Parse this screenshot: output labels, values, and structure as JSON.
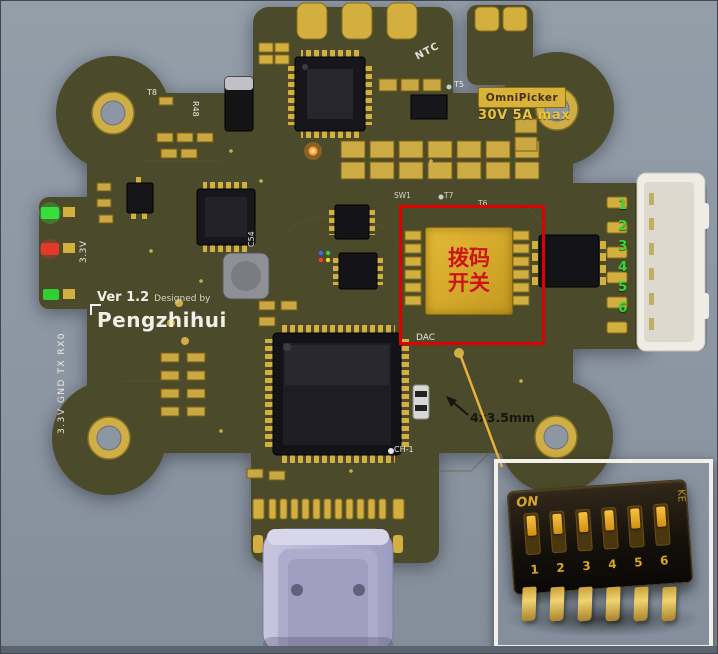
{
  "board": {
    "version_label": "Ver 1.2",
    "designed_by": "Designed by",
    "designer_name": "Pengzhihui",
    "badge": "OmniPicker",
    "power_rating": "30V 5A max",
    "dip_annotation_line1": "拨码",
    "dip_annotation_line2": "开关",
    "hole_spec": "4x3.5mm",
    "silkscreen": {
      "t8": "T8",
      "r48": "R48",
      "v33": "3.3V",
      "c54": "C54",
      "ntc": "NTC",
      "t5": "T5",
      "sw1": "SW1",
      "t7": "T7",
      "t6": "T6",
      "dac": "DAC",
      "ch1": "CH-1",
      "uart_pins": "3.3V GND TX RX0"
    },
    "connector_pin_numbers": [
      "1",
      "2",
      "3",
      "4",
      "5",
      "6"
    ]
  },
  "inset": {
    "on_label": "ON",
    "side_label": "KE",
    "switch_numbers": [
      "1",
      "2",
      "3",
      "4",
      "5",
      "6"
    ]
  },
  "colors": {
    "background": "#8e99a6",
    "pcb": "#4b4a2a",
    "gold": "#d2af3f",
    "annotation_red": "#e00000",
    "badge_bg": "#d9b23a",
    "rating_text": "#ecc43c",
    "pin_number_green": "#35d83a"
  }
}
